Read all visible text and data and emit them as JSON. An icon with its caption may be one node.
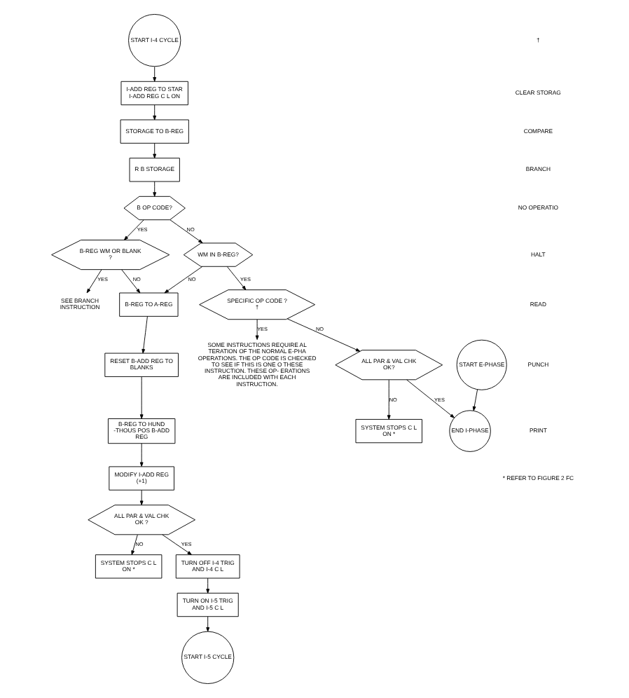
{
  "diagram": {
    "nodes": [
      {
        "text": [
          "START I-4 CYCLE"
        ]
      },
      {
        "text": [
          "I-ADD REG TO STAR I-ADD REG C L ON"
        ]
      },
      {
        "text": [
          "STORAGE TO B-REG"
        ]
      },
      {
        "text": [
          "R B STORAGE"
        ]
      },
      {
        "text": [
          "B OP CODE?"
        ]
      },
      {
        "text": [
          "B-REG WM OR BLANK ?"
        ]
      },
      {
        "text": [
          "SEE BRANCH INSTRUCTION"
        ]
      },
      {
        "text": [
          "WM IN B-REG?"
        ]
      },
      {
        "text": [
          "B-REG TO A-REG"
        ]
      },
      {
        "text": [
          "SPECIFIC OP CODE ? †"
        ]
      },
      {
        "text": [
          "SOME INSTRUCTIONS REQUIRE AL TERATION OF THE NORMAL E-PHA OPERATIONS. THE OP CODE IS CHECKED TO SEE IF THIS IS ONE O THESE INSTRUCTION. THESE OP- ERATIONS ARE INCLUDED WITH EACH INSTRUCTION."
        ]
      },
      {
        "text": [
          "RESET B-ADD REG TO BLANKS"
        ]
      },
      {
        "text": [
          "ALL PAR & VAL CHK OK?"
        ]
      },
      {
        "text": [
          "B-REG TO HUND -THOUS POS B-ADD REG"
        ]
      },
      {
        "text": [
          "SYSTEM STOPS C L ON *"
        ]
      },
      {
        "text": [
          "MODIFY I-ADD REG (+1)"
        ]
      },
      {
        "text": [
          "END I-PHASE"
        ]
      },
      {
        "text": [
          "ALL PAR & VAL CHK OK ?"
        ]
      },
      {
        "text": [
          "START E-PHASE"
        ]
      },
      {
        "text": [
          "SYSTEM STOPS C L ON *"
        ]
      },
      {
        "text": [
          "TURN OFF I-4 TRIG AND I-4 C L"
        ]
      },
      {
        "text": [
          "TURN ON I-5 TRIG AND I-5 C L"
        ]
      },
      {
        "text": [
          "START I-5 CYCLE"
        ]
      }
    ],
    "edges": [
      {
        "from": 0,
        "to": 1,
        "arrow": "to"
      },
      {
        "from": 1,
        "to": 2,
        "arrow": "to"
      },
      {
        "from": 2,
        "to": 3,
        "arrow": "to"
      },
      {
        "from": 3,
        "to": 4,
        "arrow": "to"
      },
      {
        "from": 4,
        "to": 5,
        "arrow": "to",
        "label": "YES"
      },
      {
        "from": 4,
        "to": 7,
        "arrow": "to",
        "label": "NO"
      },
      {
        "from": 5,
        "to": 6,
        "arrow": "to",
        "label": "YES"
      },
      {
        "from": 5,
        "to": 8,
        "arrow": "to",
        "label": "NO"
      },
      {
        "from": 7,
        "to": 8,
        "arrow": "to",
        "label": "NO"
      },
      {
        "from": 7,
        "to": 9,
        "arrow": "to",
        "label": "YES"
      },
      {
        "from": 9,
        "to": 10,
        "arrow": "to",
        "label": "YES"
      },
      {
        "from": 9,
        "to": 12,
        "arrow": "to",
        "label": "NO"
      },
      {
        "from": 12,
        "to": 14,
        "arrow": "to",
        "label": "NO"
      },
      {
        "from": 12,
        "to": 16,
        "arrow": "to",
        "label": "YES"
      },
      {
        "from": 18,
        "to": 16,
        "arrow": "to"
      },
      {
        "from": 8,
        "to": 11,
        "arrow": "to"
      },
      {
        "from": 11,
        "to": 13,
        "arrow": "to"
      },
      {
        "from": 13,
        "to": 15,
        "arrow": "to"
      },
      {
        "from": 15,
        "to": 17,
        "arrow": "to"
      },
      {
        "from": 17,
        "to": 19,
        "arrow": "to",
        "label": "NO"
      },
      {
        "from": 17,
        "to": 20,
        "arrow": "to",
        "label": "YES"
      },
      {
        "from": 20,
        "to": 21,
        "arrow": "to"
      },
      {
        "from": 21,
        "to": 22,
        "arrow": "to"
      }
    ],
    "labels": [
      "†",
      "CLEAR STORAG",
      "COMPARE",
      "BRANCH",
      "NO OPERATIO",
      "HALT",
      "READ",
      "PUNCH",
      "PRINT",
      "* REFER TO FIGURE 2 FC"
    ]
  }
}
